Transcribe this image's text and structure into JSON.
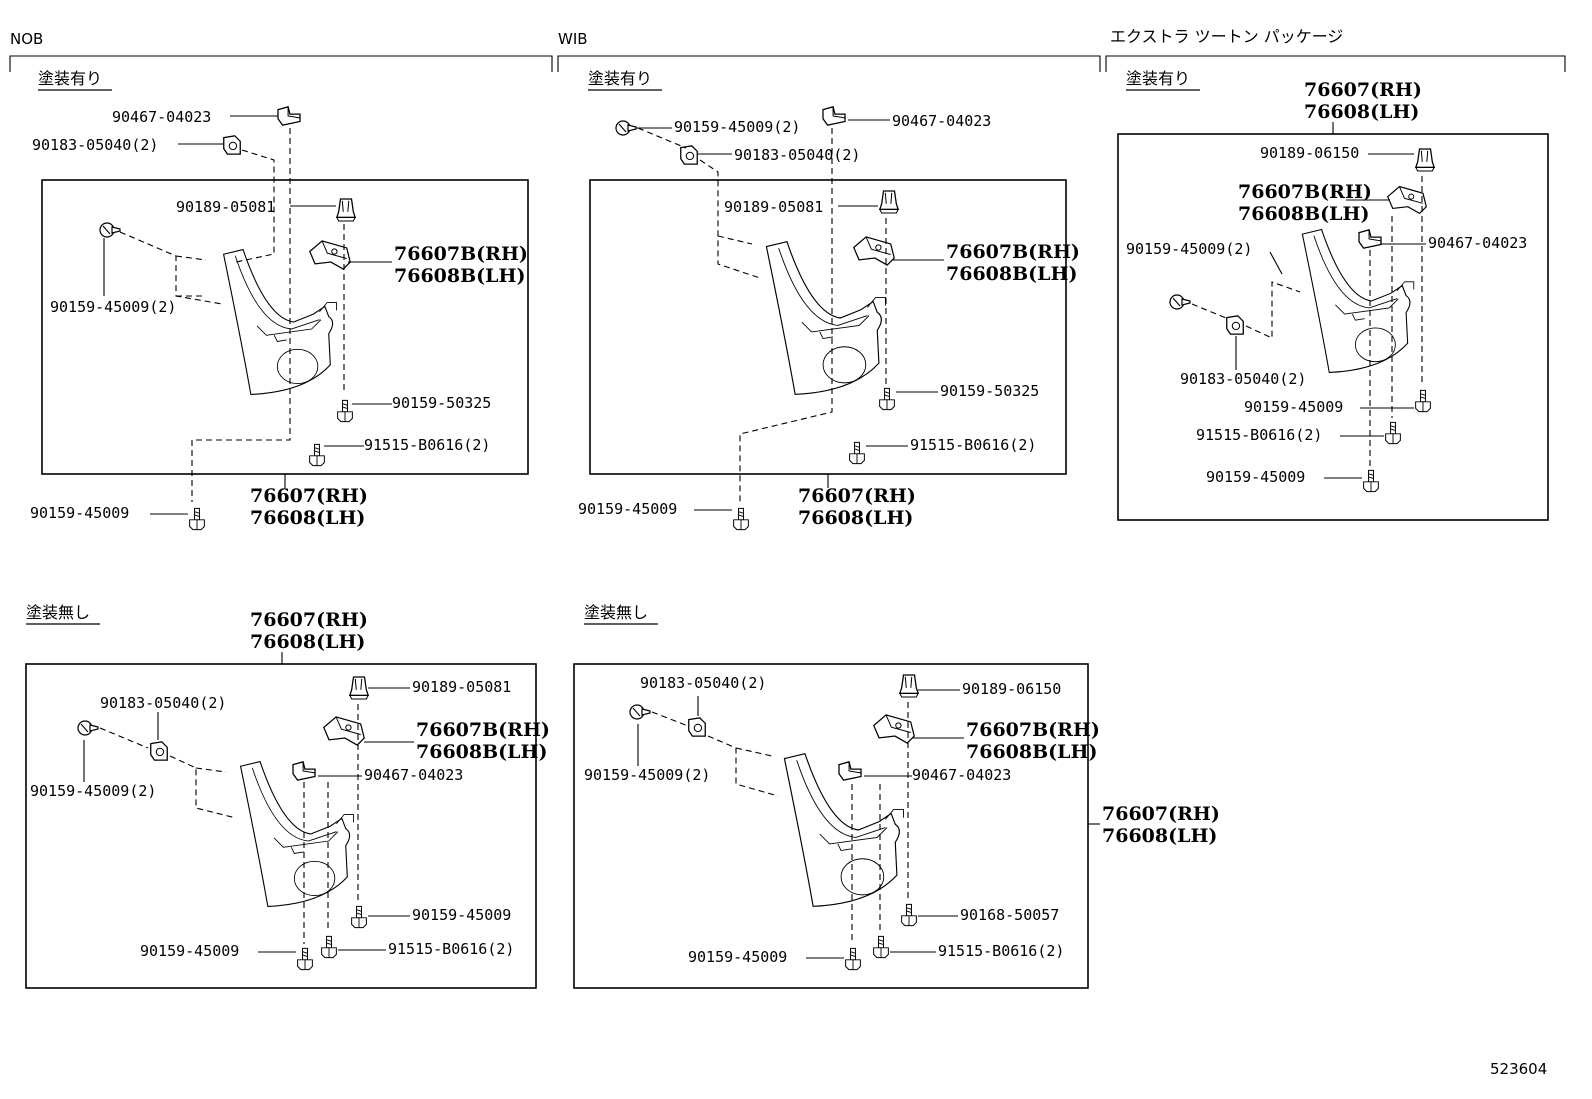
{
  "sections": {
    "nob": "NOB",
    "wib": "WIB",
    "extra": "エクストラ ツートン パッケージ"
  },
  "variants": {
    "painted": "塗装有り",
    "unpainted": "塗装無し"
  },
  "assembly": {
    "rh": "76607(RH)",
    "lh": "76608(LH)",
    "sub_rh": "76607B(RH)",
    "sub_lh": "76608B(LH)"
  },
  "parts": {
    "p9046704023": "90467-04023",
    "p9018305040x2": "90183-05040(2)",
    "p9018905081": "90189-05081",
    "p9018906150": "90189-06150",
    "p9015945009x2": "90159-45009(2)",
    "p9015945009": "90159-45009",
    "p9015950325": "90159-50325",
    "p91515B0616x2": "91515-B0616(2)",
    "p9016850057": "90168-50057"
  },
  "reference": "523604"
}
